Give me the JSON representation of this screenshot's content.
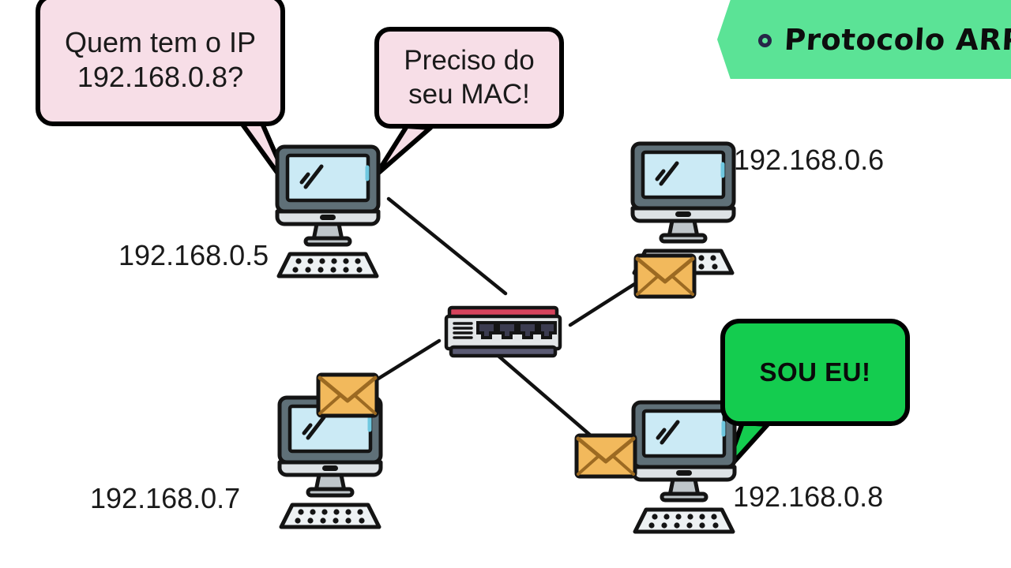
{
  "banner": {
    "label": "Protocolo ARP",
    "bullet_icon": "ring-bullet-icon",
    "color": "#5BE396",
    "bullet_color": "#262648"
  },
  "bubbles": [
    {
      "id": "bubble-ip",
      "text": "Quem tem o IP\n192.168.0.8?",
      "color": "#F7DEE7",
      "speaker": "192.168.0.5"
    },
    {
      "id": "bubble-mac",
      "text": "Preciso do\nseu MAC!",
      "color": "#F7DEE7",
      "speaker": "192.168.0.5"
    },
    {
      "id": "bubble-sou",
      "text": "SOU EU!",
      "color": "#14CC4F",
      "speaker": "192.168.0.8"
    }
  ],
  "hosts": [
    {
      "id": "host-5",
      "ip": "192.168.0.5",
      "position": "top-left",
      "has_envelope": false
    },
    {
      "id": "host-6",
      "ip": "192.168.0.6",
      "position": "top-right",
      "has_envelope": true
    },
    {
      "id": "host-7",
      "ip": "192.168.0.7",
      "position": "bottom-left",
      "has_envelope": true
    },
    {
      "id": "host-8",
      "ip": "192.168.0.8",
      "position": "bottom-right",
      "has_envelope": true
    }
  ],
  "switch": {
    "id": "network-switch",
    "label": "network-switch-icon",
    "ports": 4,
    "top_strip_color": "#D6435C",
    "body_color": "#E3E6E8"
  },
  "envelopes": {
    "icon": "envelope-icon",
    "fill": "#F2B95C",
    "flap": "#F6CB7E",
    "stroke": "#B07A2A",
    "count": 3
  },
  "computer": {
    "icon": "desktop-computer-icon",
    "screen_color": "#CBEAF5",
    "bezel_color": "#5A6B72",
    "base_color": "#D5DADD"
  },
  "links": [
    {
      "from": "network-switch",
      "to": "host-5"
    },
    {
      "from": "network-switch",
      "to": "host-6"
    },
    {
      "from": "network-switch",
      "to": "host-7"
    },
    {
      "from": "network-switch",
      "to": "host-8"
    }
  ],
  "colors": {
    "background": "#FFFFFF",
    "line": "#111111",
    "text": "#1A1A1A"
  }
}
